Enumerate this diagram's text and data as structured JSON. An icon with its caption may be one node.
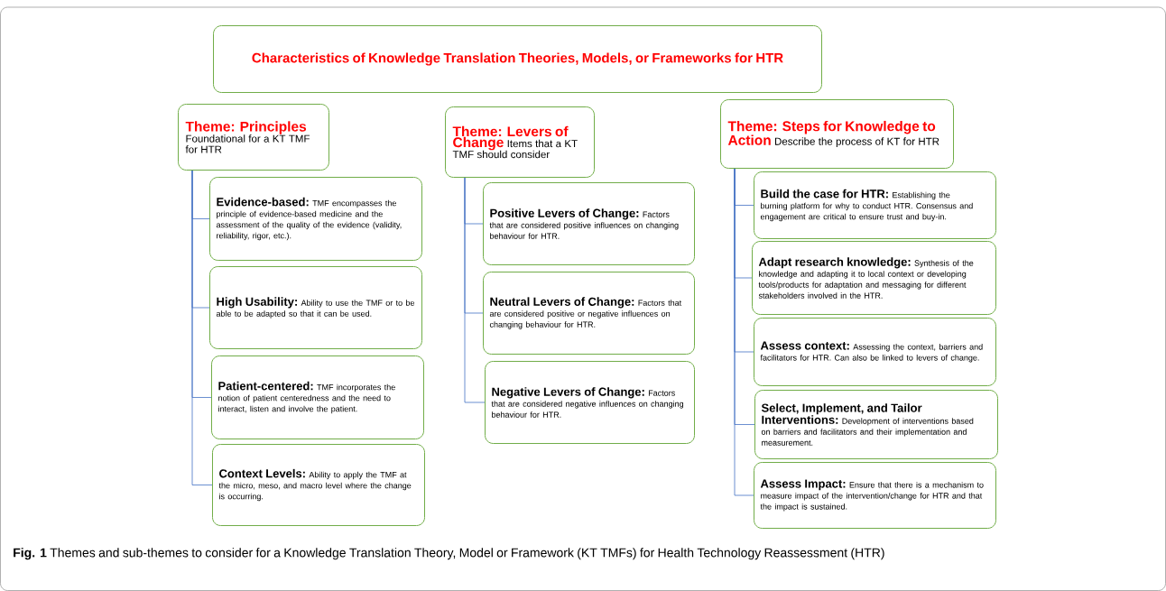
{
  "diagram": {
    "caption": "**Fig. 1** Themes and sub-themes to consider for a Knowledge Translation Theory, Model or Framework (KT TMFs) for Health Technology Reassessment (HTR)",
    "nodes": [
      {
        "text": [
          "Characteristics of Knowledge Translation Theories, Models, or Frameworks for HTR"
        ]
      },
      {
        "text": [
          "Theme: Principles",
          "Foundational for a KT TMF for HTR"
        ]
      },
      {
        "text": [
          "Theme:  Levers of Change",
          "Items that a KT TMF should consider"
        ]
      },
      {
        "text": [
          "Theme:  Steps for Knowledge to Action",
          "Describe the process of KT for HTR"
        ]
      },
      {
        "text": [
          "Evidence-based:",
          "TMF encompasses the principle of evidence-based medicine and the assessment of the quality of the evidence (validity, reliability, rigor, etc.)."
        ]
      },
      {
        "text": [
          "High Usability:",
          "Ability to use the TMF or to be able to be adapted so that it can be used."
        ]
      },
      {
        "text": [
          "Patient-centered:",
          "TMF incorporates the notion of patient centeredness and the need to interact, listen and involve the patient."
        ]
      },
      {
        "text": [
          "Context Levels:",
          "Ability to apply the TMF at the micro, meso, and macro level where the change is occurring."
        ]
      },
      {
        "text": [
          "Positive Levers of Change:",
          "Factors that are considered positive influences on changing behaviour for HTR."
        ]
      },
      {
        "text": [
          "Neutral Levers of Change:",
          "Factors that are considered positive or negative influences on changing behaviour for HTR."
        ]
      },
      {
        "text": [
          "Negative Levers of Change:",
          "Factors that are considered negative influences on changing behaviour for HTR."
        ]
      },
      {
        "text": [
          "Build the case for HTR:",
          "Establishing the burning platform for why to conduct HTR. Consensus and engagement are critical to ensure trust and buy-in."
        ]
      },
      {
        "text": [
          "Adapt research knowledge:",
          "Synthesis of the knowledge and adapting it to local context or developing tools/products for adaptation and messaging for different stakeholders involved in the HTR."
        ]
      },
      {
        "text": [
          "Assess context:",
          "Assessing the context, barriers and facilitators for HTR. Can also be linked to levers of change."
        ]
      },
      {
        "text": [
          "Select, Implement, and Tailor Interventions:",
          "Development of interventions based on barriers and facilitators and their implementation and measurement."
        ]
      },
      {
        "text": [
          "Assess Impact:",
          "Ensure that there is a mechanism to measure impact of the intervention/change for HTR and that the impact is sustained."
        ]
      }
    ],
    "edges": [
      {
        "from": 1,
        "to": 4,
        "arrow": "none"
      },
      {
        "from": 1,
        "to": 5,
        "arrow": "none"
      },
      {
        "from": 1,
        "to": 6,
        "arrow": "none"
      },
      {
        "from": 1,
        "to": 7,
        "arrow": "none"
      },
      {
        "from": 2,
        "to": 8,
        "arrow": "none"
      },
      {
        "from": 2,
        "to": 9,
        "arrow": "none"
      },
      {
        "from": 2,
        "to": 10,
        "arrow": "none"
      },
      {
        "from": 3,
        "to": 11,
        "arrow": "none"
      },
      {
        "from": 3,
        "to": 12,
        "arrow": "none"
      },
      {
        "from": 3,
        "to": 13,
        "arrow": "none"
      },
      {
        "from": 3,
        "to": 14,
        "arrow": "none"
      },
      {
        "from": 3,
        "to": 15,
        "arrow": "none"
      }
    ]
  }
}
